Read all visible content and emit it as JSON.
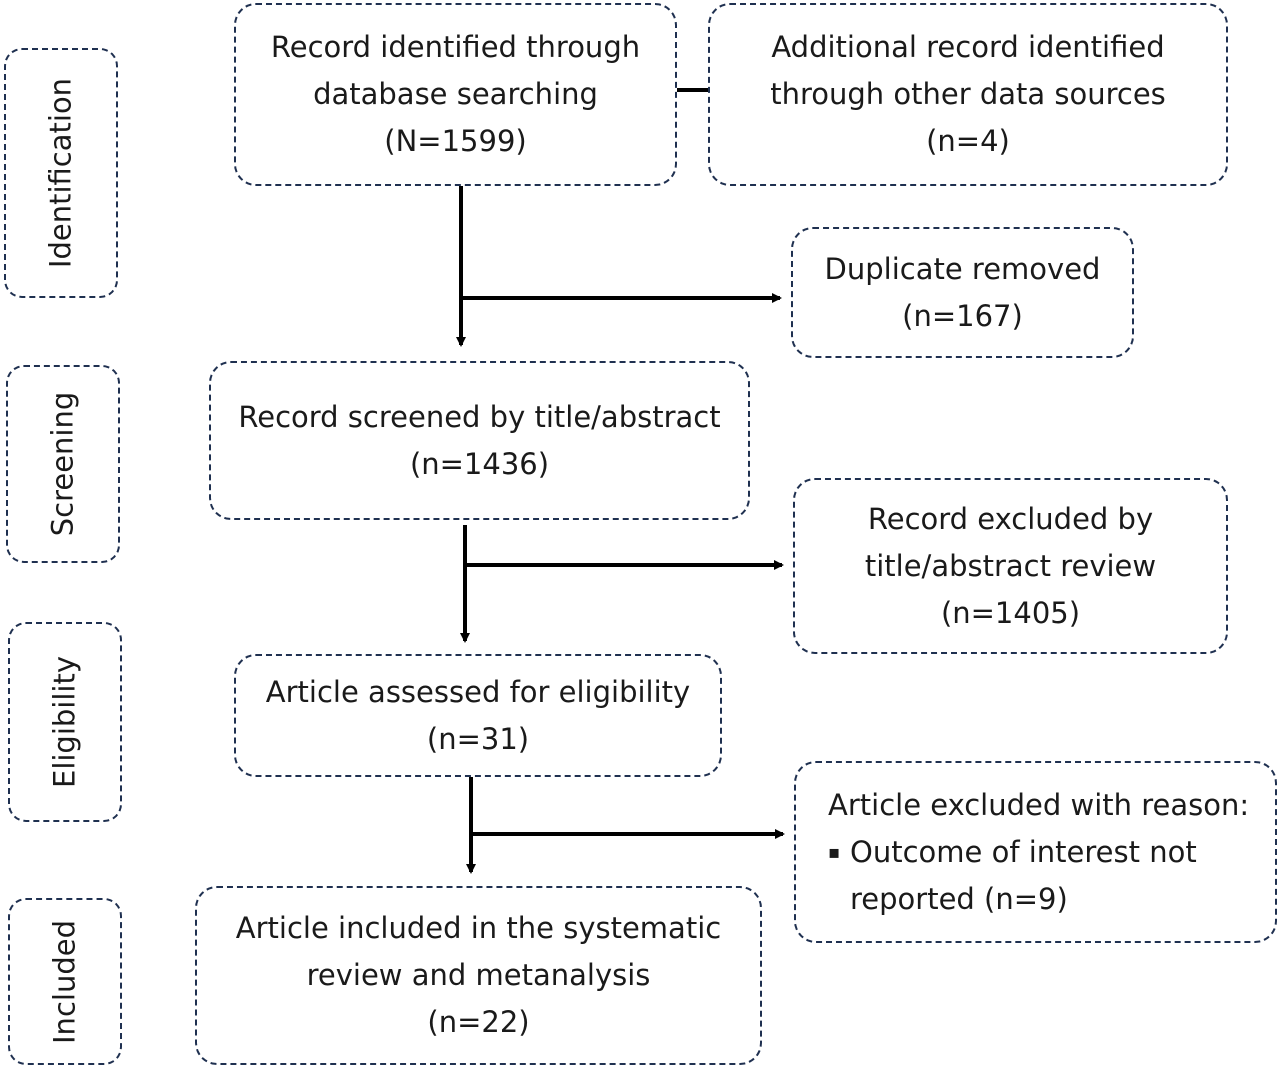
{
  "stages": {
    "identification": "Identification",
    "screening": "Screening",
    "eligibility": "Eligibility",
    "included": "Included"
  },
  "boxes": {
    "database_search": {
      "lines": [
        "Record identified through",
        "database searching"
      ],
      "count": "(N=1599)"
    },
    "other_sources": {
      "lines": [
        "Additional record identified",
        "through other data sources"
      ],
      "count": "(n=4)"
    },
    "duplicates": {
      "lines": [
        "Duplicate removed"
      ],
      "count": "(n=167)"
    },
    "screened": {
      "lines": [
        "Record screened by title/abstract"
      ],
      "count": "(n=1436)"
    },
    "excluded_title": {
      "lines": [
        "Record excluded by",
        "title/abstract review"
      ],
      "count": "(n=1405)"
    },
    "eligibility": {
      "lines": [
        "Article assessed for eligibility"
      ],
      "count": "(n=31)"
    },
    "excluded_reason": {
      "heading": "Article excluded with reason:",
      "bullet": "▪",
      "reason_lines": [
        "Outcome of interest not",
        "reported (n=9)"
      ]
    },
    "included": {
      "lines": [
        "Article included in the systematic",
        "review and metanalysis"
      ],
      "count": "(n=22)"
    }
  },
  "colors": {
    "border": "#1f3050",
    "arrow": "#000000",
    "text": "#1a1a1a"
  }
}
